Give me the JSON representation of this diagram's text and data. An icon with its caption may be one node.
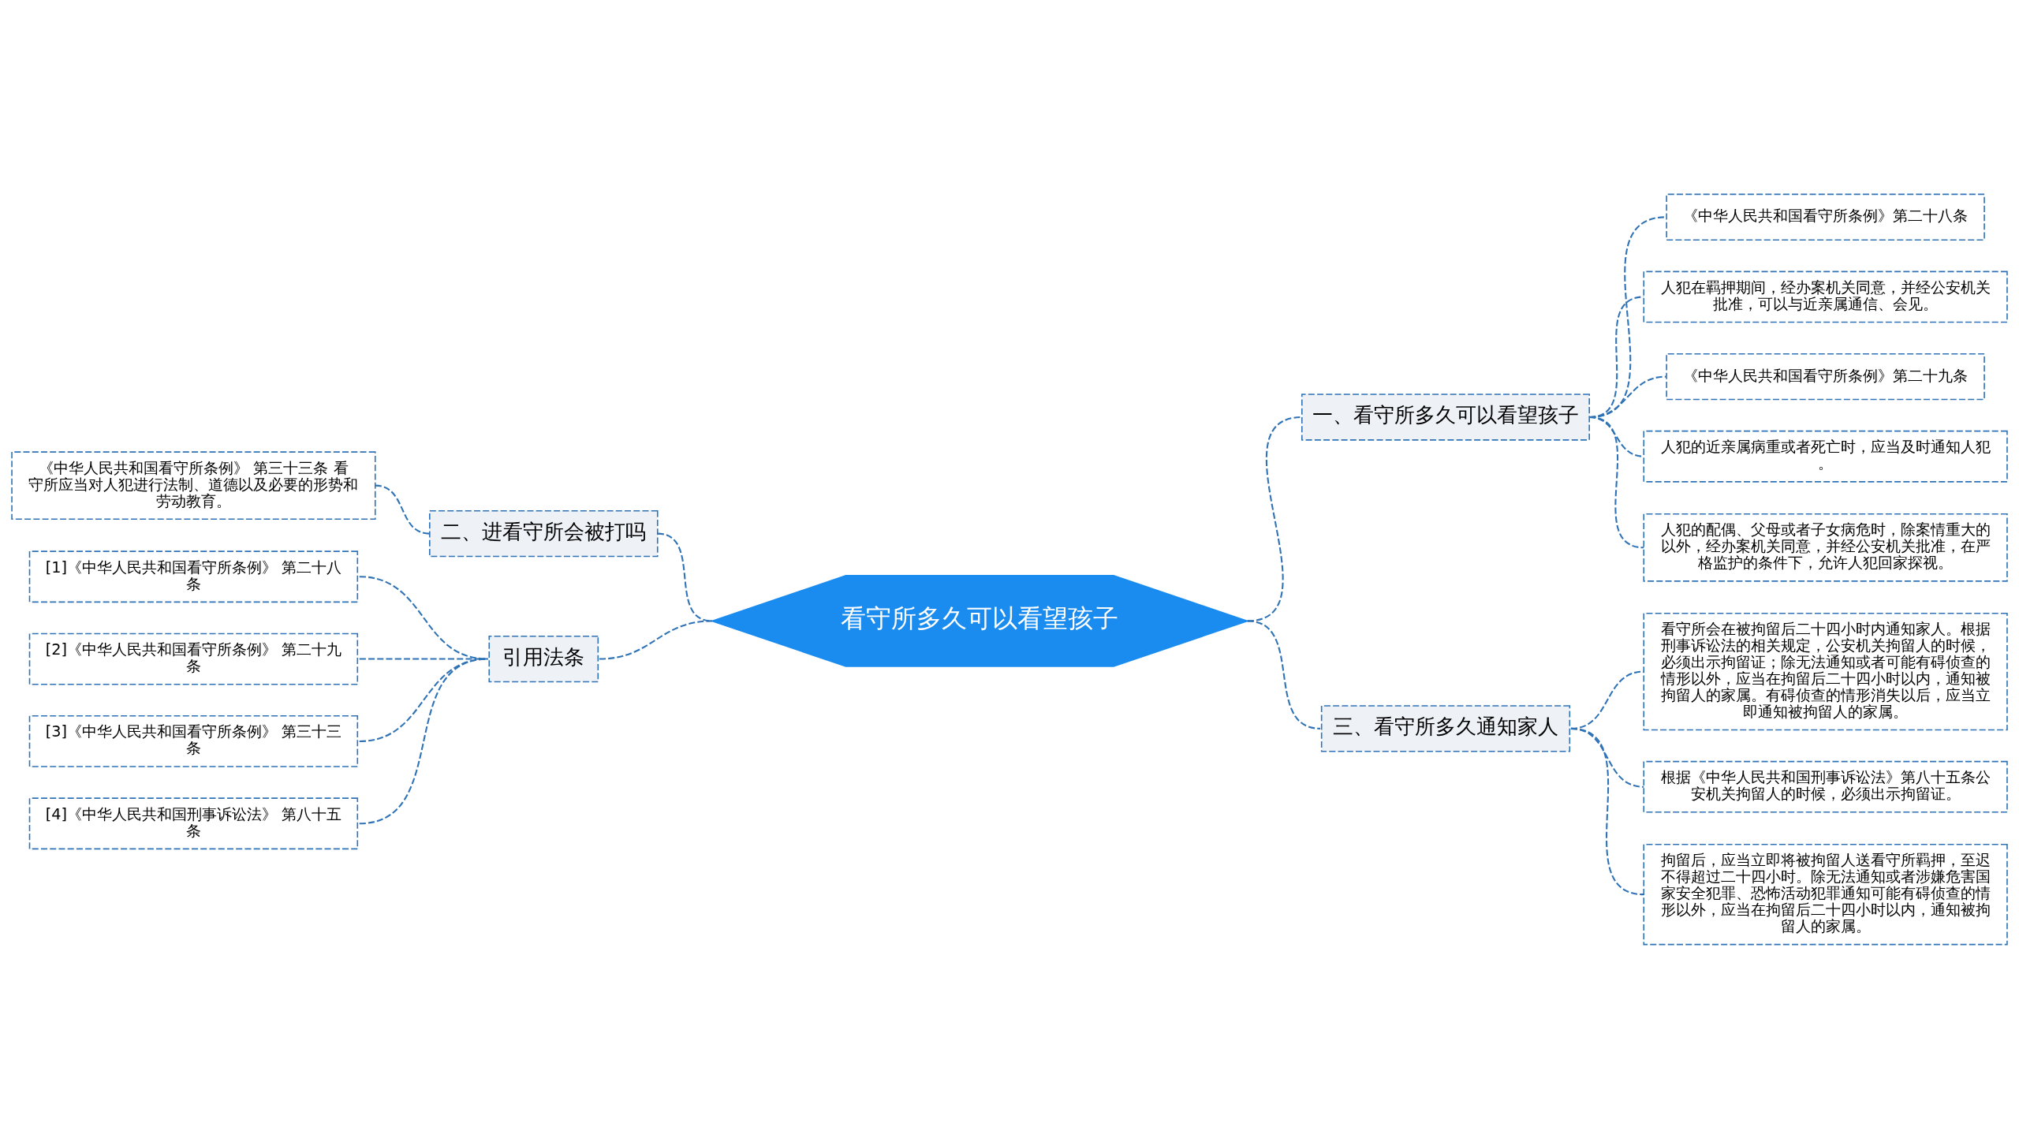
{
  "diagram": {
    "nodes": [
      {
        "text": [
          "看守所多久可以看望孩子"
        ]
      },
      {
        "text": [
          "一、看守所多久可以看望孩子"
        ]
      },
      {
        "text": [
          "《中华人民共和国看守所条例》第二十八条"
        ]
      },
      {
        "text": [
          "人犯在羁押期间，经办案机关同意，并经公安机关批准，可以与近亲属通信、会见。"
        ]
      },
      {
        "text": [
          "《中华人民共和国看守所条例》第二十九条"
        ]
      },
      {
        "text": [
          "人犯的近亲属病重或者死亡时，应当及时通知人犯。"
        ]
      },
      {
        "text": [
          "人犯的配偶、父母或者子女病危时，除案情重大的以外，经办案机关同意，并经公安机关批准，在严格监护的条件下，允许人犯回家探视。"
        ]
      },
      {
        "text": [
          "三、看守所多久通知家人"
        ]
      },
      {
        "text": [
          "看守所会在被拘留后二十四小时内通知家人。根据刑事诉讼法的相关规定，公安机关拘留人的时候，必须出示拘留证；除无法通知或者可能有碍侦查的情形以外，应当在拘留后二十四小时以内，通知被拘留人的家属。有碍侦查的情形消失以后，应当立即通知被拘留人的家属。"
        ]
      },
      {
        "text": [
          "根据《中华人民共和国刑事诉讼法》第八十五条公安机关拘留人的时候，必须出示拘留证。"
        ]
      },
      {
        "text": [
          "拘留后，应当立即将被拘留人送看守所羁押，至迟不得超过二十四小时。除无法通知或者涉嫌危害国家安全犯罪、恐怖活动犯罪通知可能有碍侦查的情形以外，应当在拘留后二十四小时以内，通知被拘留人的家属。"
        ]
      },
      {
        "text": [
          "二、进看守所会被打吗"
        ]
      },
      {
        "text": [
          "《中华人民共和国看守所条例》 第三十三条 看守所应当对人犯进行法制、道德以及必要的形势和劳动教育。"
        ]
      },
      {
        "text": [
          "引用法条"
        ]
      },
      {
        "text": [
          "[1]《中华人民共和国看守所条例》 第二十八条"
        ]
      },
      {
        "text": [
          "[2]《中华人民共和国看守所条例》 第二十九条"
        ]
      },
      {
        "text": [
          "[3]《中华人民共和国看守所条例》 第三十三条"
        ]
      },
      {
        "text": [
          "[4]《中华人民共和国刑事诉讼法》 第八十五条"
        ]
      }
    ],
    "edges": [
      {
        "from": 0,
        "to": 1,
        "arrow": "none",
        "style": "dashed"
      },
      {
        "from": 1,
        "to": 2,
        "arrow": "none",
        "style": "dashed"
      },
      {
        "from": 1,
        "to": 3,
        "arrow": "none",
        "style": "dashed"
      },
      {
        "from": 1,
        "to": 4,
        "arrow": "none",
        "style": "dashed"
      },
      {
        "from": 1,
        "to": 5,
        "arrow": "none",
        "style": "dashed"
      },
      {
        "from": 1,
        "to": 6,
        "arrow": "none",
        "style": "dashed"
      },
      {
        "from": 0,
        "to": 7,
        "arrow": "none",
        "style": "dashed"
      },
      {
        "from": 7,
        "to": 8,
        "arrow": "none",
        "style": "dashed"
      },
      {
        "from": 7,
        "to": 9,
        "arrow": "none",
        "style": "dashed"
      },
      {
        "from": 7,
        "to": 10,
        "arrow": "none",
        "style": "dashed"
      },
      {
        "from": 11,
        "to": 0,
        "arrow": "none",
        "style": "dashed"
      },
      {
        "from": 12,
        "to": 11,
        "arrow": "none",
        "style": "dashed"
      },
      {
        "from": 13,
        "to": 0,
        "arrow": "none",
        "style": "dashed"
      },
      {
        "from": 14,
        "to": 13,
        "arrow": "none",
        "style": "dashed"
      },
      {
        "from": 15,
        "to": 13,
        "arrow": "none",
        "style": "dashed"
      },
      {
        "from": 16,
        "to": 13,
        "arrow": "none",
        "style": "dashed"
      },
      {
        "from": 17,
        "to": 13,
        "arrow": "none",
        "style": "dashed"
      }
    ]
  }
}
